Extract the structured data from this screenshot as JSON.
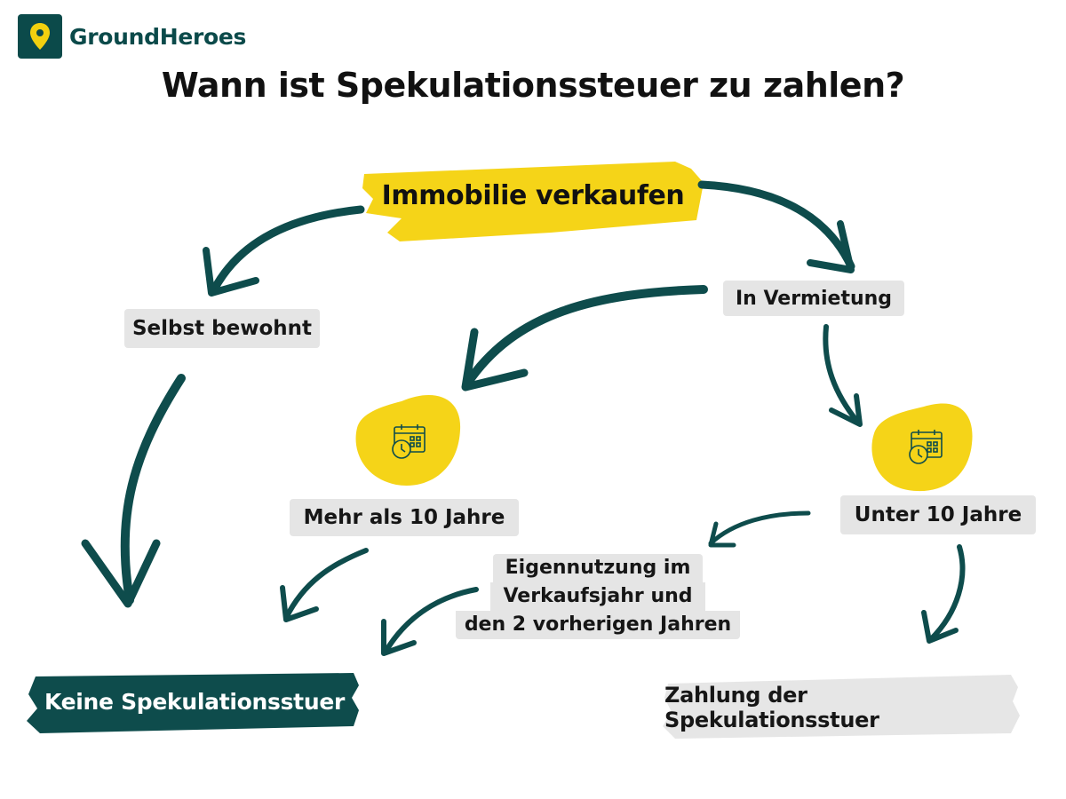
{
  "brand": {
    "name": "GroundHeroes",
    "icon": "map-pin-icon",
    "color_primary": "#0b4a4a",
    "color_accent": "#f2d00f"
  },
  "title": "Wann ist Spekulationssteuer zu zahlen?",
  "colors": {
    "arrow": "#0e4c4c",
    "highlight": "#f5d418",
    "label_bg": "#e5e5e5",
    "result_no_bg": "#0e4c4c",
    "result_no_text": "#ffffff",
    "result_yes_bg": "#e6e6e6"
  },
  "nodes": {
    "start": "Immobilie verkaufen",
    "self_occupied": "Selbst bewohnt",
    "rented": "In Vermietung",
    "more_than_10": "Mehr als 10 Jahre",
    "under_10": "Unter 10 Jahre",
    "own_use": {
      "line1": "Eigennutzung im",
      "line2": "Verkaufsjahr  und",
      "line3": "den 2 vorherigen Jahren"
    }
  },
  "results": {
    "no_tax": "Keine Spekulationsstuer",
    "pay_tax": "Zahlung der Spekulationsstuer"
  },
  "icons": {
    "calendar": "calendar-clock-icon"
  }
}
